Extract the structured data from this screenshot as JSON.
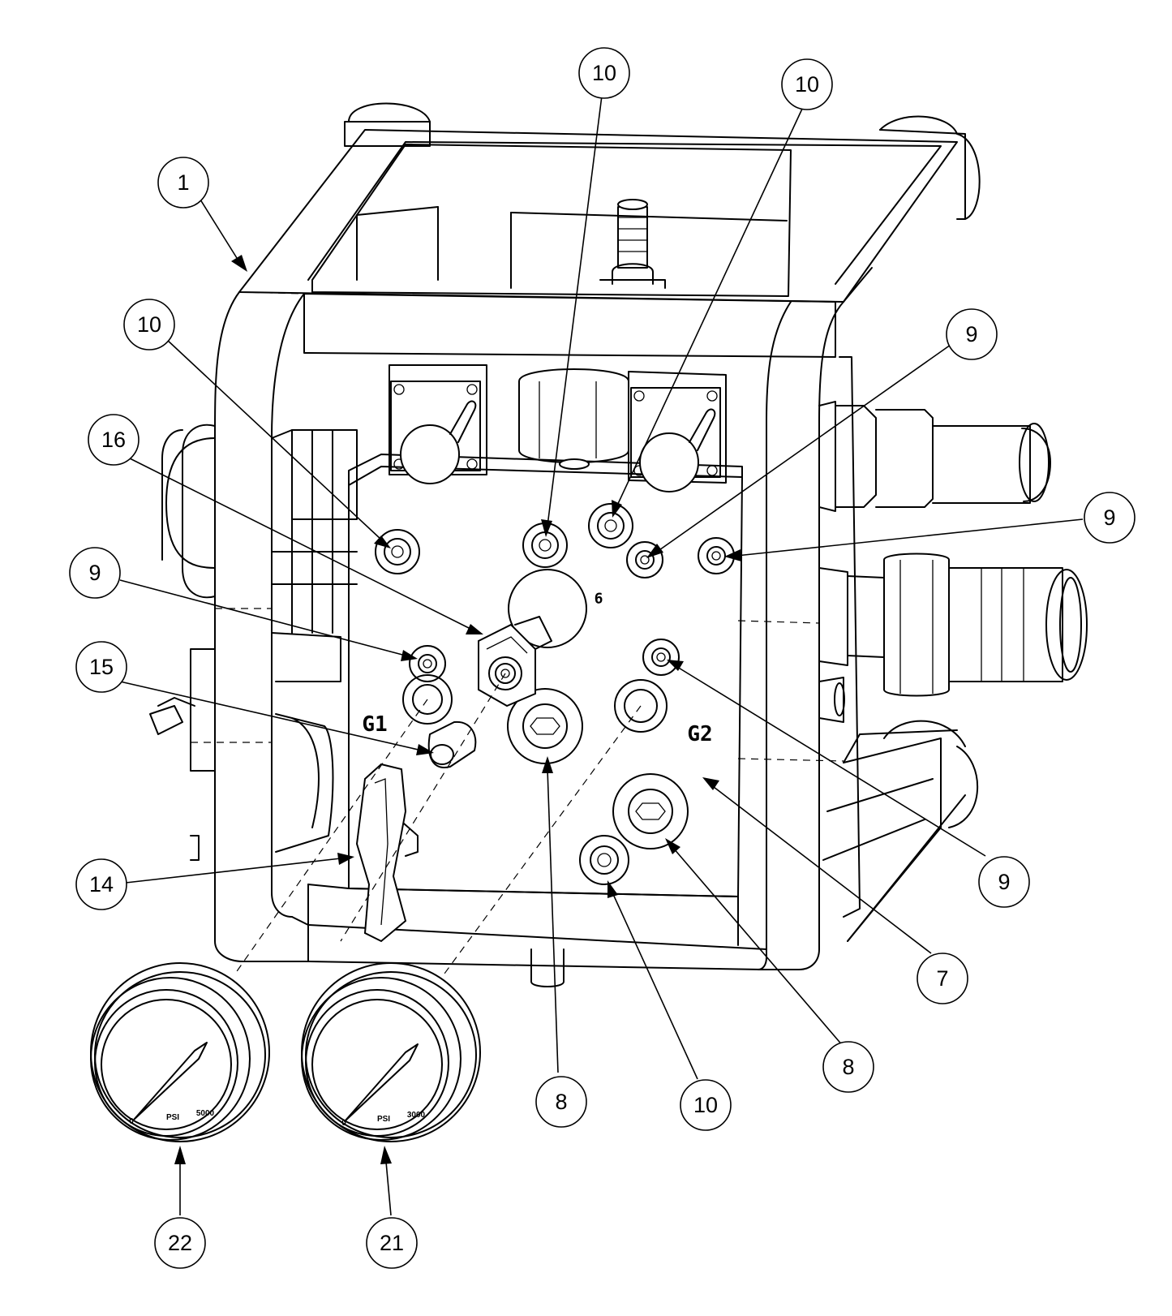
{
  "callouts": [
    {
      "id": "c1",
      "label": "1"
    },
    {
      "id": "c10a",
      "label": "10"
    },
    {
      "id": "c10b",
      "label": "10"
    },
    {
      "id": "c10c",
      "label": "10"
    },
    {
      "id": "c16",
      "label": "16"
    },
    {
      "id": "c9a",
      "label": "9"
    },
    {
      "id": "c9b",
      "label": "9"
    },
    {
      "id": "c9c",
      "label": "9"
    },
    {
      "id": "c9d",
      "label": "9"
    },
    {
      "id": "c15",
      "label": "15"
    },
    {
      "id": "c14",
      "label": "14"
    },
    {
      "id": "c7",
      "label": "7"
    },
    {
      "id": "c8a",
      "label": "8"
    },
    {
      "id": "c8b",
      "label": "8"
    },
    {
      "id": "c10d",
      "label": "10"
    },
    {
      "id": "c22",
      "label": "22"
    },
    {
      "id": "c21",
      "label": "21"
    }
  ],
  "markings": {
    "g1": "G1",
    "g2": "G2",
    "port6": "6"
  },
  "gauges": {
    "left": {
      "min": "0",
      "unit": "PSI",
      "max": "5000"
    },
    "right": {
      "min": "0",
      "unit": "PSI",
      "max": "3000"
    }
  }
}
